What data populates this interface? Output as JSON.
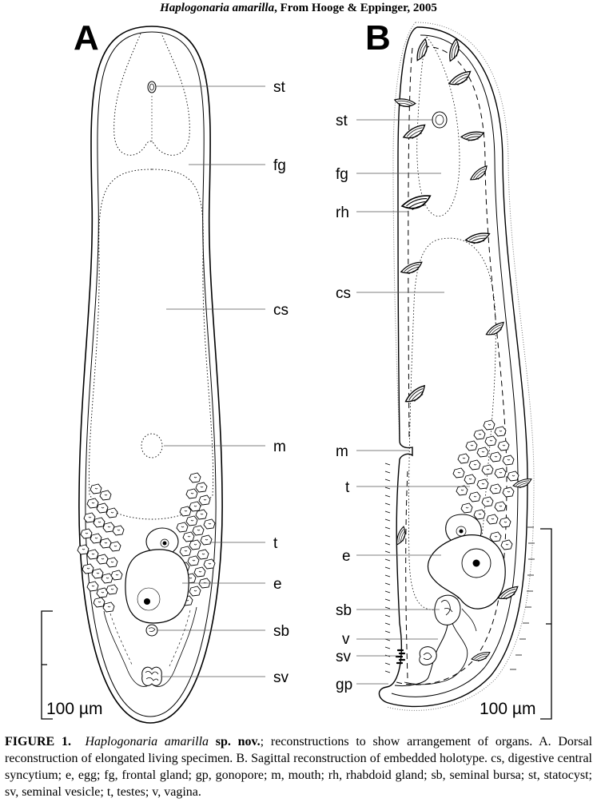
{
  "header": {
    "species": "Haplogonaria amarilla",
    "source": ", From Hooge & Eppinger, 2005"
  },
  "panels": {
    "a": {
      "letter": "A",
      "labels": {
        "st": "st",
        "fg": "fg",
        "cs": "cs",
        "m": "m",
        "t": "t",
        "e": "e",
        "sb": "sb",
        "sv": "sv"
      },
      "scale": "100 µm"
    },
    "b": {
      "letter": "B",
      "labels": {
        "st": "st",
        "fg": "fg",
        "rh": "rh",
        "cs": "cs",
        "m": "m",
        "t": "t",
        "e": "e",
        "sb": "sb",
        "v": "v",
        "sv": "sv",
        "gp": "gp"
      },
      "scale": "100 µm"
    }
  },
  "caption": {
    "fig_label": "FIGURE 1.",
    "species": "Haplogonaria amarilla",
    "sp_nov": "sp. nov.",
    "text": "; reconstructions to show arrangement of organs.  A. Dorsal reconstruction of elongated living specimen.  B. Sagittal reconstruction of embedded holotype. cs, digestive central syncytium; e, egg; fg, frontal gland; gp, gonopore; m, mouth; rh, rhabdoid gland; sb, seminal bursa; st, statocyst; sv, seminal vesicle; t, testes; v, vagina."
  },
  "colors": {
    "ink": "#000000",
    "leader": "#555555",
    "background": "#ffffff"
  }
}
